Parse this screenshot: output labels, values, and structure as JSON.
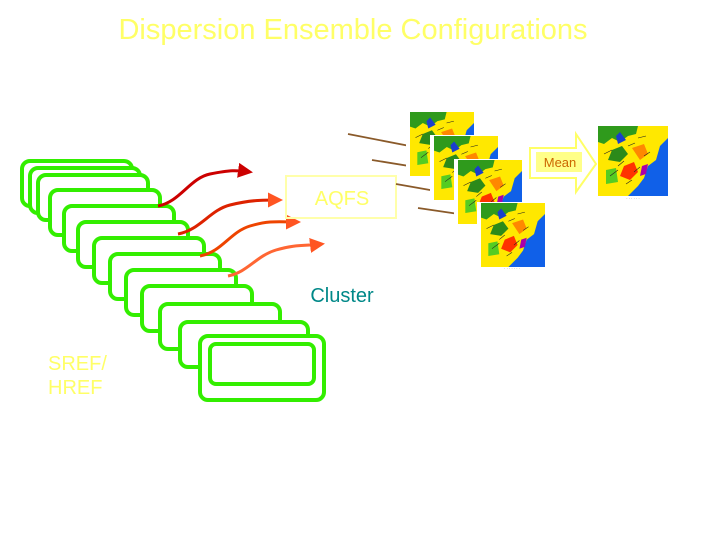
{
  "title": "Dispersion Ensemble Configurations",
  "labels": {
    "sref": [
      "SREF/",
      "HREF"
    ],
    "aqfs": "AQFS",
    "cluster": "Cluster",
    "mean": "Mean"
  },
  "colors": {
    "title": "#ffff66",
    "member_outline": "#33ee00",
    "arrow_dark": "#cc0000",
    "arrow_light": "#ff6633",
    "aqfs_text": "#ffff66",
    "aqfs_box_border": "#ffffaa",
    "cluster_text": "#008888",
    "sref_text": "#ffff66",
    "mean_fill": "#ffff88",
    "mean_border": "#ffff66",
    "mean_text": "#cc6600",
    "map_ocean": "#1060e8",
    "map_land": "#ffee00",
    "map_green": "#55cc22"
  },
  "ensemble_member_count": 13,
  "map_count": 4,
  "icons": [
    "map-thumbnail-icon",
    "arrow-icon"
  ]
}
